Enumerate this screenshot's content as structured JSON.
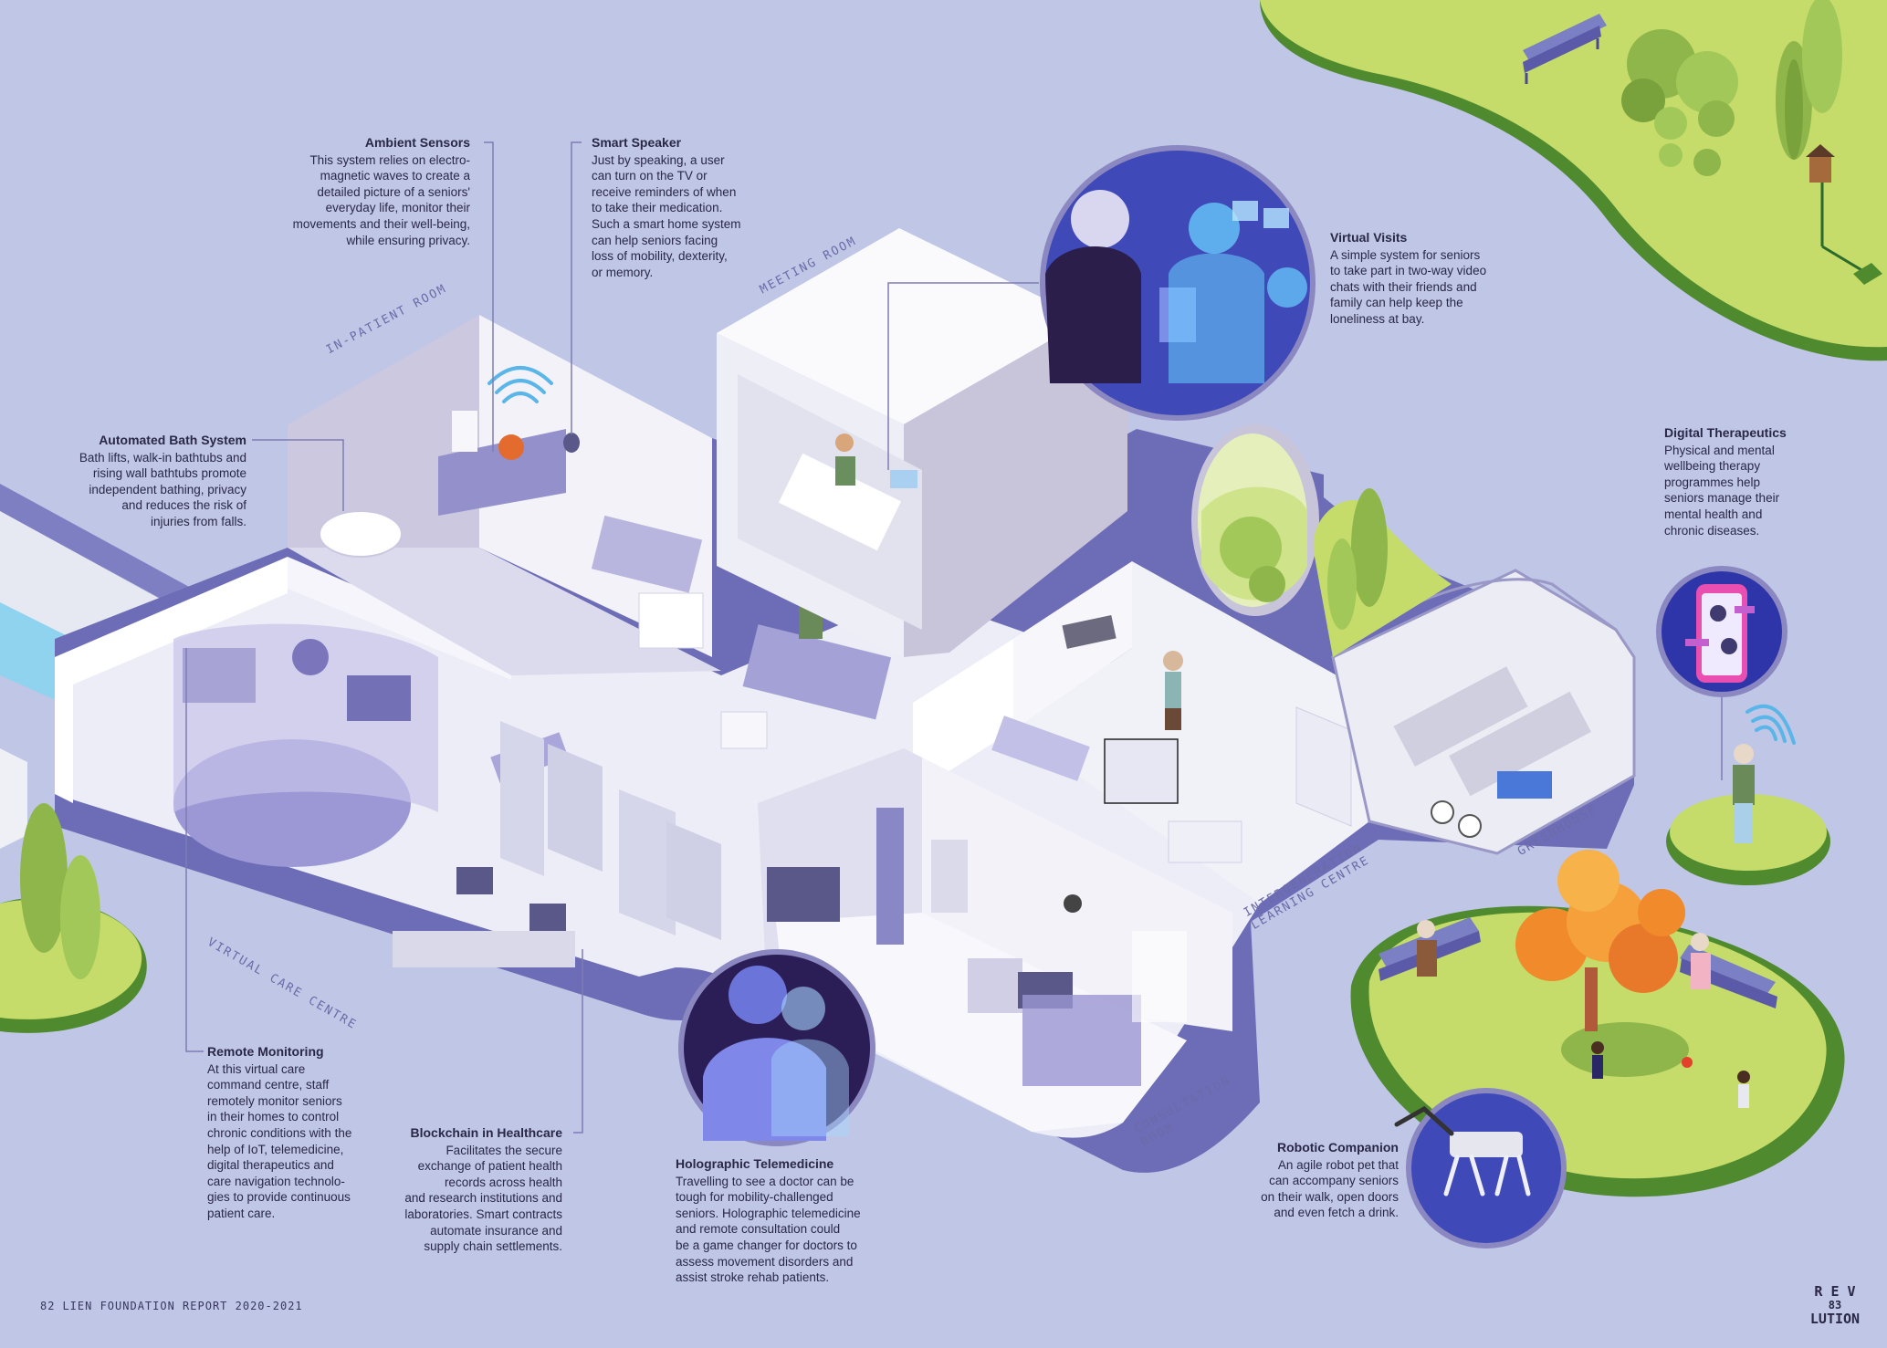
{
  "callouts": {
    "ambient_sensors": {
      "title": "Ambient Sensors",
      "body": "This system relies on electro-\nmagnetic waves to create a\ndetailed picture of a seniors'\neveryday life, monitor their\nmovements and their well-being,\nwhile ensuring privacy."
    },
    "smart_speaker": {
      "title": "Smart Speaker",
      "body": "Just by speaking, a user\ncan turn on the TV or\nreceive reminders of when\nto take their medication.\nSuch a smart home system\ncan help seniors facing\nloss of mobility, dexterity,\nor memory."
    },
    "virtual_visits": {
      "title": "Virtual Visits",
      "body": "A simple system for seniors\nto take part in two-way video\nchats with their friends and\nfamily can help keep the\nloneliness at bay."
    },
    "automated_bath": {
      "title": "Automated Bath System",
      "body": "Bath lifts, walk-in bathtubs and\nrising wall bathtubs promote\nindependent bathing, privacy\nand reduces the risk of\ninjuries from falls."
    },
    "digital_therapeutics": {
      "title": "Digital Therapeutics",
      "body": "Physical and mental\nwellbeing therapy\nprogrammes help\nseniors manage their\nmental health and\nchronic diseases."
    },
    "remote_monitoring": {
      "title": "Remote Monitoring",
      "body": "At this virtual care\ncommand centre, staff\nremotely monitor seniors\nin their homes to control\nchronic conditions with the\nhelp of IoT, telemedicine,\ndigital therapeutics and\ncare navigation technolo-\ngies to provide continuous\npatient care."
    },
    "blockchain": {
      "title": "Blockchain in Healthcare",
      "body": "Facilitates the secure\nexchange of patient health\nrecords across health\nand research institutions and\nlaboratories. Smart contracts\nautomate insurance and\nsupply chain settlements."
    },
    "holographic": {
      "title": "Holographic Telemedicine",
      "body": "Travelling to see a doctor can be\ntough for mobility-challenged\nseniors. Holographic telemedicine\nand remote consultation could\nbe a game changer for doctors to\nassess movement disorders and\nassist stroke rehab patients."
    },
    "robotic_companion": {
      "title": "Robotic Companion",
      "body": "An agile robot pet that\ncan accompany seniors\non their walk, open doors\nand even fetch a drink."
    }
  },
  "rooms": {
    "in_patient": "IN-PATIENT ROOM",
    "meeting": "MEETING ROOM",
    "virtual_care": "VIRTUAL CARE CENTRE",
    "intergeneration": "INTERGENERATION\nLEARNING CENTRE",
    "greenhouse": "GREENHOUSE",
    "consultation": "CONSULTATION\nROOM"
  },
  "footer": {
    "page_number": "82",
    "report": "LIEN FOUNDATION REPORT 2020-2021"
  },
  "logo": {
    "line1": "R E V",
    "line2": "83",
    "line3": "LUTION",
    "alt": "Revolution logo"
  },
  "colors": {
    "background": "#bfc6e6",
    "grass": "#c5dc6a",
    "grass_dark": "#4f8a2e",
    "purple": "#5b5aa8",
    "navy": "#2a2767",
    "floor": "#ededf5",
    "wall": "#f7f7fb",
    "accent_orange": "#f08a2a",
    "water": "#8fd3ef"
  },
  "icons": [
    "wifi-icon",
    "smart-speaker-icon",
    "tree-icon",
    "bench-icon",
    "birdhouse-icon",
    "phone-app-icon",
    "robot-dog-icon",
    "hologram-icon"
  ]
}
